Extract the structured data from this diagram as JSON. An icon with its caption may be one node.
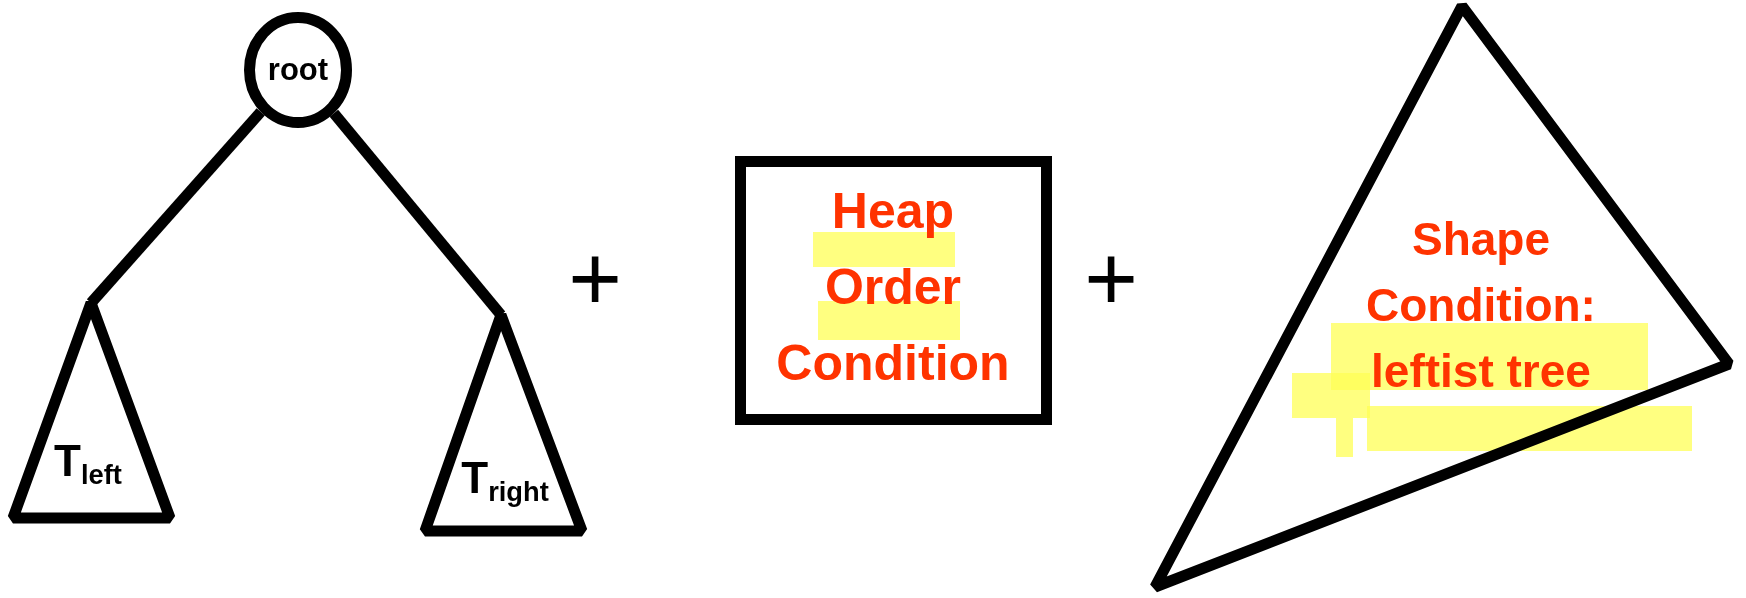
{
  "diagram": {
    "nodes": [
      {
        "text": [
          "root"
        ]
      },
      {
        "text": [
          "T$_{left}$"
        ]
      },
      {
        "text": [
          "T$_{right}$"
        ]
      },
      {
        "text": [
          "Heap Order Condition"
        ]
      },
      {
        "text": [
          "Shape Condition: leftist tree"
        ]
      }
    ],
    "edges": [
      {
        "from": 0,
        "to": 1,
        "arrow": "none"
      },
      {
        "from": 0,
        "to": 2,
        "arrow": "none"
      }
    ],
    "labels": [
      "+",
      "+"
    ]
  }
}
